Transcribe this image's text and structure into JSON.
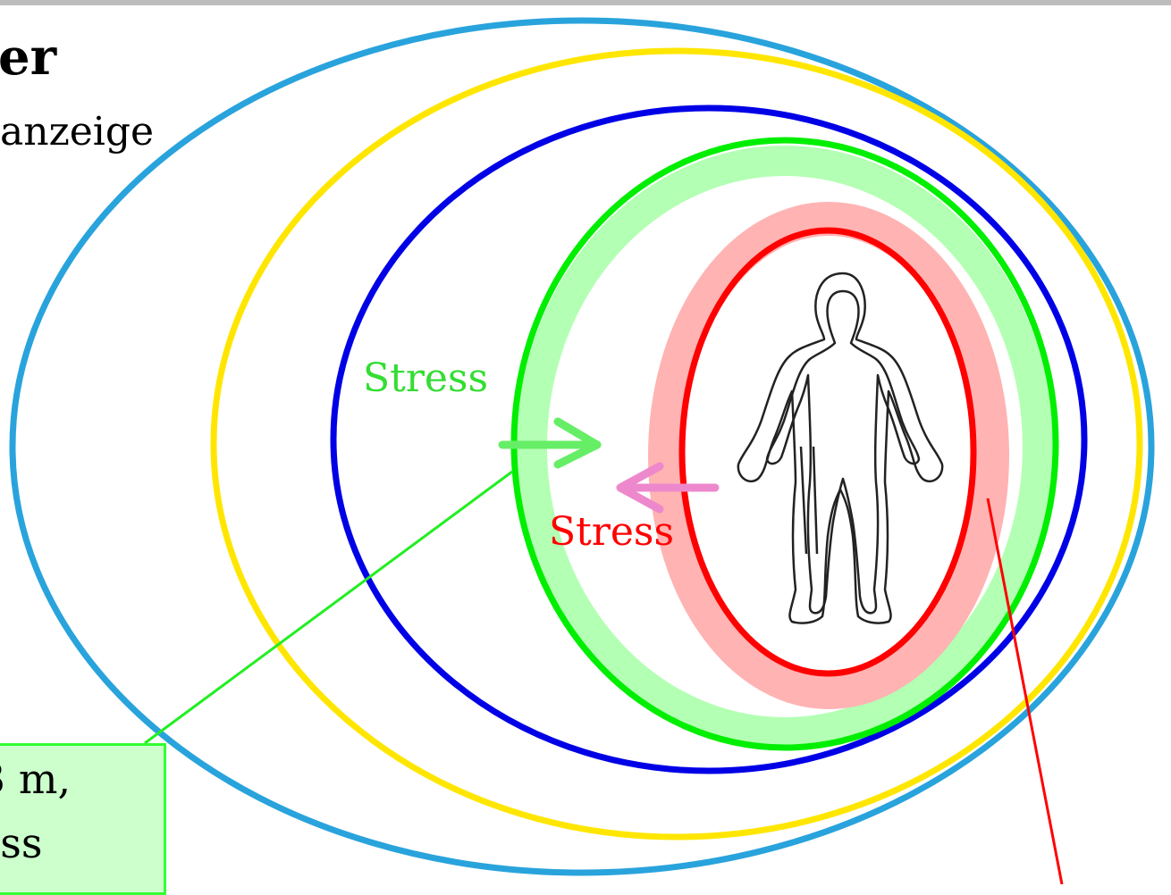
{
  "slide": {
    "heading": "er",
    "subheading": "anzeige"
  },
  "labels": {
    "stress_green": "Stress",
    "stress_red": "Stress"
  },
  "callout": {
    "line1": "3 m,",
    "line2": "ess"
  },
  "colors": {
    "outer_ring": "#29a3dc",
    "yellow_ring": "#ffe600",
    "blue_ring": "#0000e6",
    "green_ring": "#00ee00",
    "green_band": "#b3ffb3",
    "red_ring": "#ff0000",
    "red_band": "#ffb3b3",
    "stress_green_text": "#33dd33",
    "stress_red_text": "#ff0000",
    "arrow_green": "#66ee66",
    "arrow_pink": "#ee88cc"
  },
  "icons": {
    "figure": "human-body-outline"
  }
}
